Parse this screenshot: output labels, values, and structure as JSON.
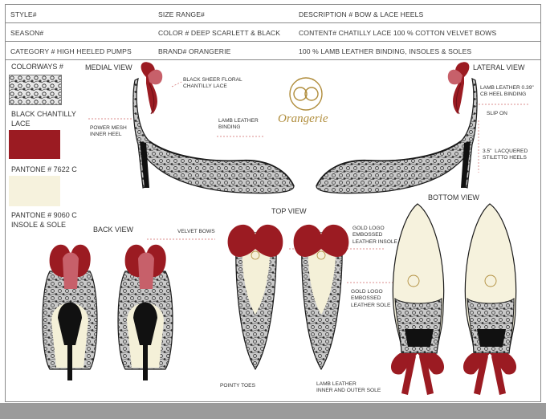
{
  "header": {
    "style": "STYLE#",
    "size_range": "SIZE RANGE#",
    "description": "DESCRIPTION # BOW & LACE HEELS",
    "season": "SEASON#",
    "color": "COLOR # DEEP SCARLETT & BLACK",
    "content": "CONTENT#  CHATILLY LACE  100 % COTTON VELVET BOWS",
    "category": "CATEGORY # HIGH HEELED PUMPS",
    "brand": "BRAND# ORANGERIE",
    "materials": "100 % LAMB LEATHER BINDING, INSOLES & SOLES"
  },
  "colorways": {
    "title": "COLORWAYS #",
    "swatches": [
      {
        "label": "BLACK CHANTILLY\nLACE",
        "color": "#1a1a1a"
      },
      {
        "label": "PANTONE # 7622 C",
        "color": "#9b1b22"
      },
      {
        "label": "PANTONE # 9060 C\nINSOLE & SOLE",
        "color": "#f6f2dd"
      }
    ]
  },
  "views": {
    "medial": "MEDIAL VIEW",
    "lateral": "LATERAL VIEW",
    "back": "BACK VIEW",
    "top": "TOP VIEW",
    "bottom": "BOTTOM VIEW"
  },
  "notes": {
    "black_sheer": "BLACK SHEER FLORAL\nCHANTILLY LACE",
    "power_mesh": "POWER MESH\nINNER HEEL",
    "lamb_binding": "LAMB LEATHER\nBINDING",
    "lamb_cb": "LAMB LEATHER 0.39\"\nCB HEEL BINDING",
    "slip_on": "SLIP ON",
    "stiletto": "3.5\"  LACQUERED\nSTILETTO HEELS",
    "velvet_bows": "VELVET BOWS",
    "gold_insole": "GOLD LOGO\nEMBOSSED\nLEATHER INSOLE",
    "gold_sole": "GOLD LOGO\nEMBOSSED\nLEATHER SOLE",
    "pointy": "POINTY TOES",
    "inner_outer": "LAMB LEATHER\nINNER AND OUTER SOLE"
  },
  "logo": {
    "brand_script": "Orangerie",
    "emblem": "double-o-monogram"
  },
  "colors": {
    "scarlet": "#9b1b22",
    "black": "#1a1a1a",
    "cream": "#f6f2dd",
    "gold": "#b08d3c",
    "rule": "#8a8a8a",
    "band": "#9b9b9b"
  }
}
